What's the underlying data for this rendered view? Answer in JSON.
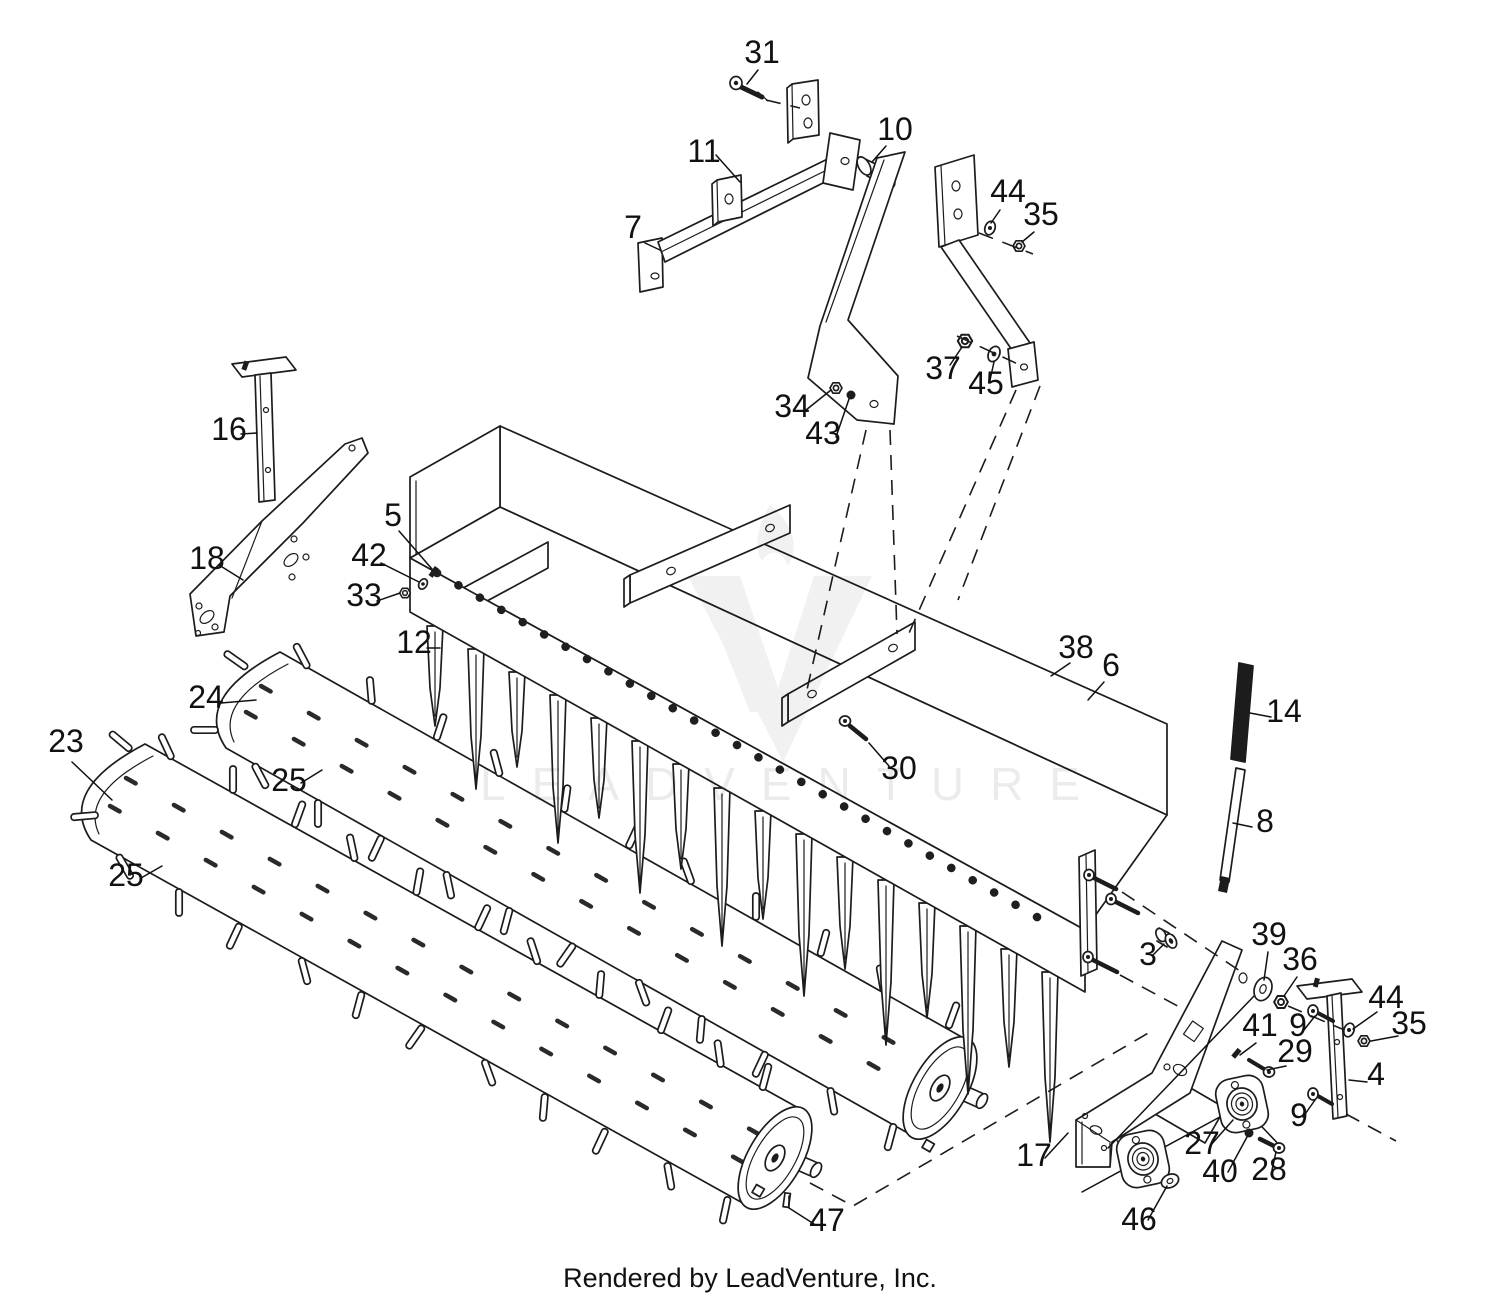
{
  "diagram": {
    "caption": "Rendered by LeadVenture, Inc.",
    "watermark": "LEADVENTURE",
    "callouts": {
      "c31": "31",
      "c11": "11",
      "c10": "10",
      "c7": "7",
      "c44a": "44",
      "c35a": "35",
      "c37": "37",
      "c45": "45",
      "c34": "34",
      "c43": "43",
      "c16": "16",
      "c18": "18",
      "c5": "5",
      "c42": "42",
      "c33": "33",
      "c12": "12",
      "c24": "24",
      "c23": "23",
      "c25a": "25",
      "c25b": "25",
      "c38": "38",
      "c6": "6",
      "c14": "14",
      "c8": "8",
      "c30": "30",
      "c3": "3",
      "c39": "39",
      "c36": "36",
      "c9a": "9",
      "c44b": "44",
      "c35b": "35",
      "c41": "41",
      "c29": "29",
      "c4": "4",
      "c9b": "9",
      "c27": "27",
      "c40": "40",
      "c28": "28",
      "c17": "17",
      "c46": "46",
      "c47": "47"
    }
  }
}
